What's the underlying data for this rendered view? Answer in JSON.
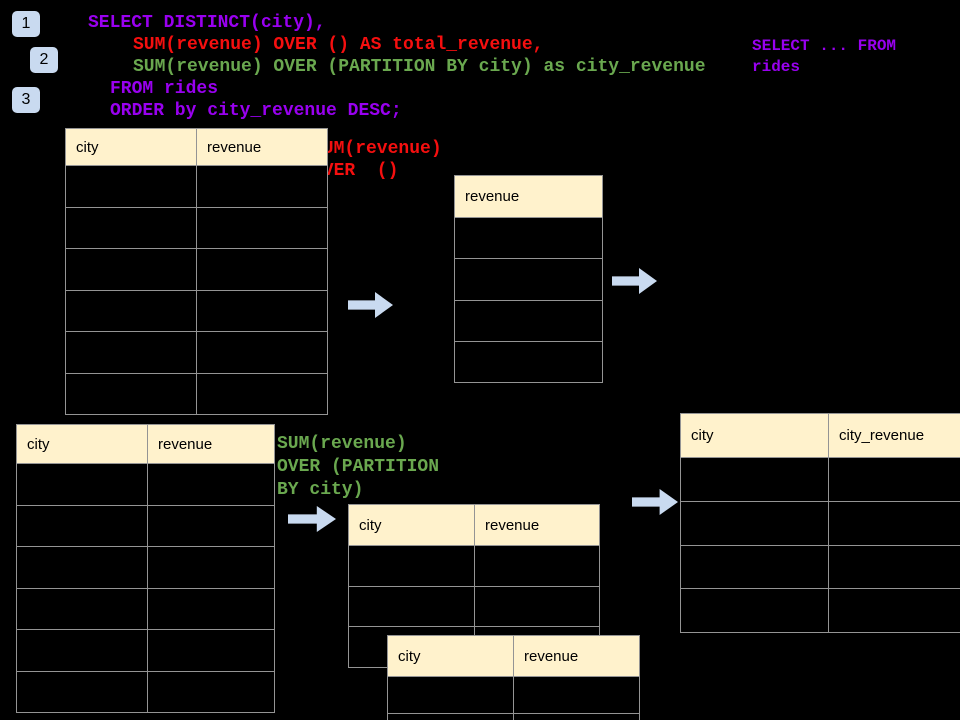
{
  "palette": {
    "purple": "#9900f0",
    "red": "#f50f0f",
    "green": "#6aa84f",
    "table_header_bg": "#fff2cc",
    "table_border": "#949494",
    "arrow_fill": "#c9daf0",
    "badge_bg": "#c9daf0"
  },
  "step_badges": [
    {
      "label": "1"
    },
    {
      "label": "2"
    },
    {
      "label": "3"
    }
  ],
  "sql_code": {
    "lines": [
      {
        "text": "SELECT DISTINCT(city),",
        "color": "purple"
      },
      {
        "text": "SUM(revenue) OVER () AS total_revenue,",
        "color": "red"
      },
      {
        "text": "SUM(revenue) OVER (PARTITION BY city) as city_revenue",
        "color": "green"
      },
      {
        "text": "FROM rides",
        "color": "purple"
      },
      {
        "text": "ORDER by city_revenue DESC;",
        "color": "purple"
      }
    ]
  },
  "from_note": {
    "lines": [
      "SELECT ... FROM",
      "rides"
    ]
  },
  "annotation_total": {
    "lines": [
      "SUM(revenue)",
      "OVER  ()"
    ]
  },
  "annotation_partition": {
    "lines": [
      "SUM(revenue)",
      "OVER (PARTITION",
      "BY city)"
    ]
  },
  "tables": {
    "source_top": {
      "headers": [
        "city",
        "revenue"
      ],
      "row_count": 6
    },
    "total_revenue_result": {
      "headers": [
        "revenue"
      ],
      "row_count": 4
    },
    "source_bottom": {
      "headers": [
        "city",
        "revenue"
      ],
      "row_count": 6
    },
    "partition_step": {
      "headers": [
        "city",
        "revenue"
      ],
      "row_count": 3
    },
    "partition_step_overlay": {
      "headers": [
        "city",
        "revenue"
      ],
      "row_count": 2
    },
    "city_revenue_result": {
      "headers": [
        "city",
        "city_revenue"
      ],
      "row_count": 4
    }
  }
}
